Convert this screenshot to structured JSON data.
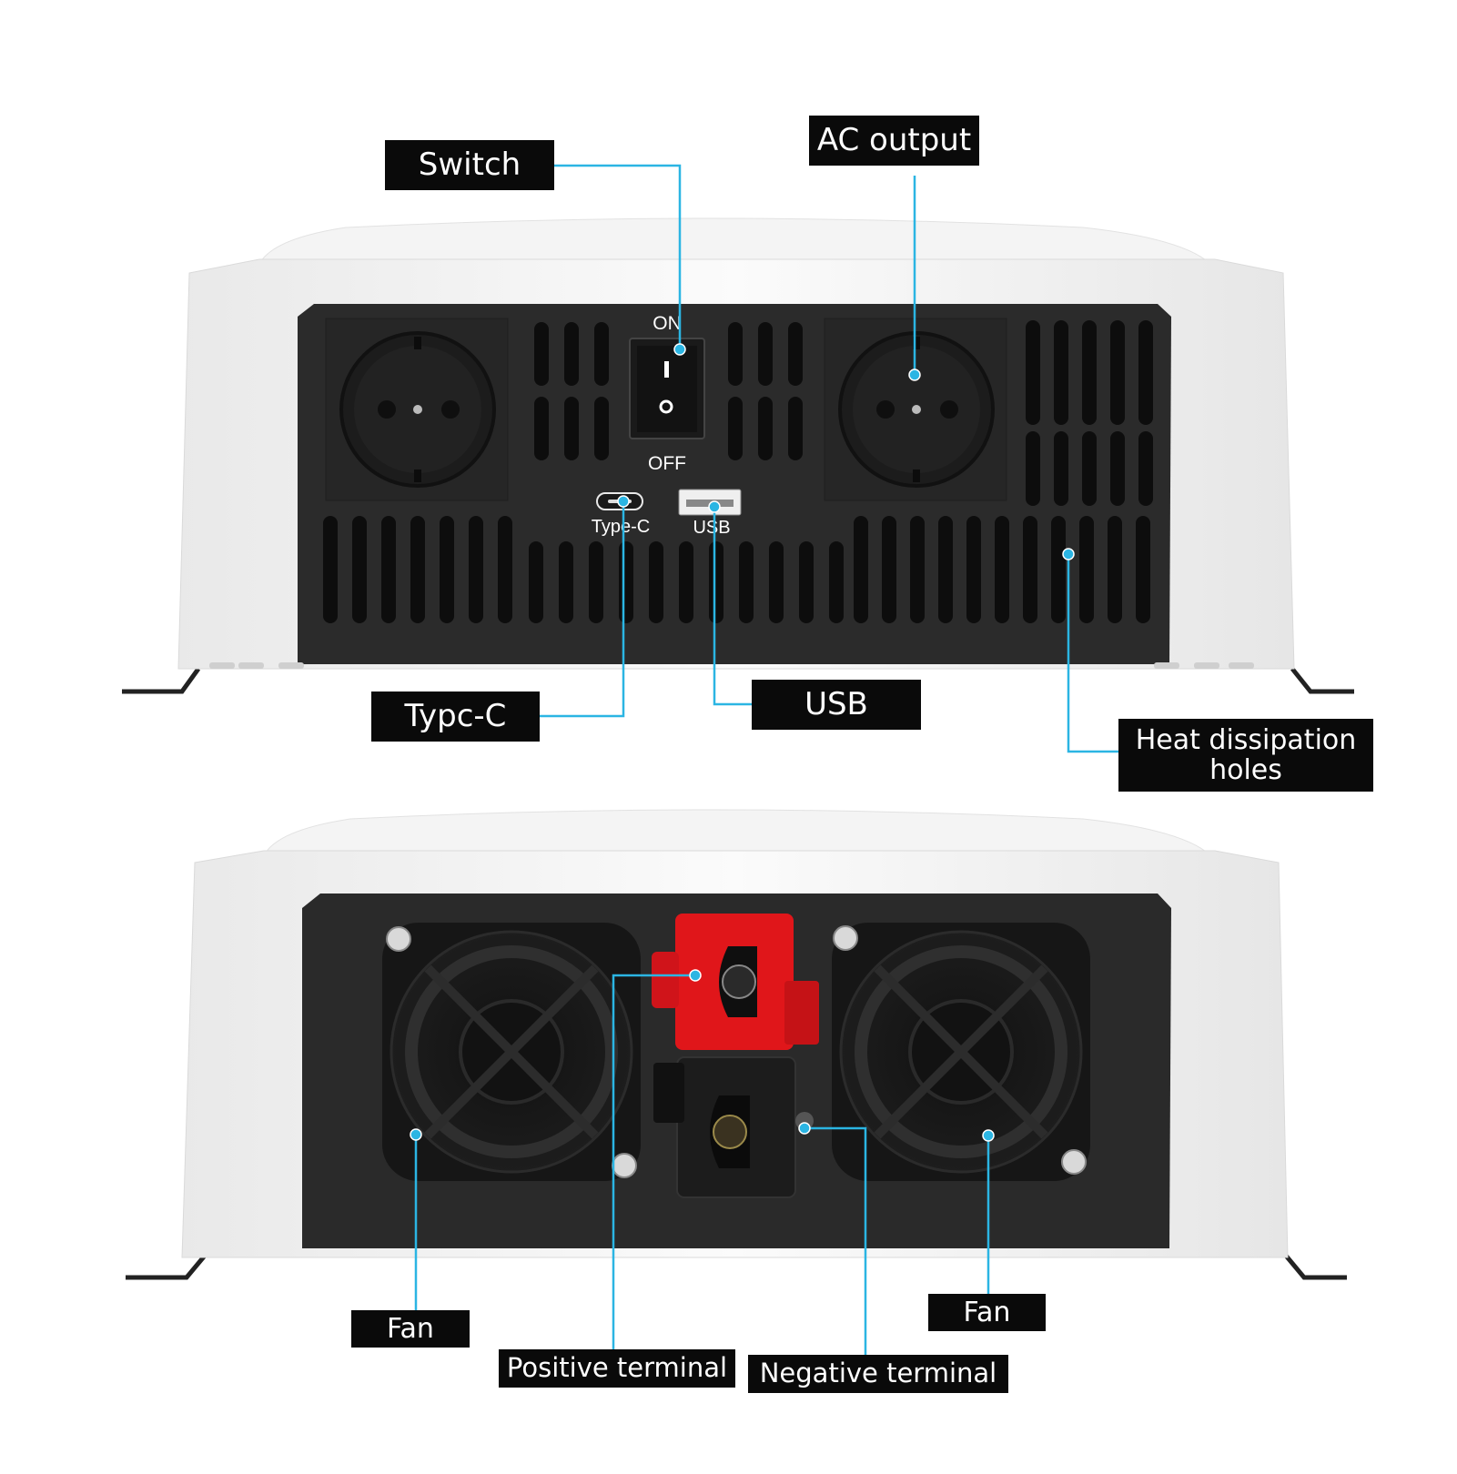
{
  "panel_text": {
    "switch_on": "ON",
    "switch_off": "OFF",
    "typec_port": "Type-C",
    "usb_port": "USB"
  },
  "callouts": {
    "switch": "Switch",
    "ac_output": "AC output",
    "typec": "Typc-C",
    "usb": "USB",
    "heat_line1": "Heat dissipation",
    "heat_line2": "holes",
    "fan_left": "Fan",
    "fan_right": "Fan",
    "positive_terminal": "Positive terminal",
    "negative_terminal": "Negative terminal"
  },
  "colors": {
    "callout_line": "#2bb5e3",
    "label_bg": "#0a0a0a",
    "panel": "#2b2b2b",
    "housing": "#f2f2f2",
    "positive_terminal": "#e0161a",
    "negative_terminal": "#1c1c1c"
  }
}
